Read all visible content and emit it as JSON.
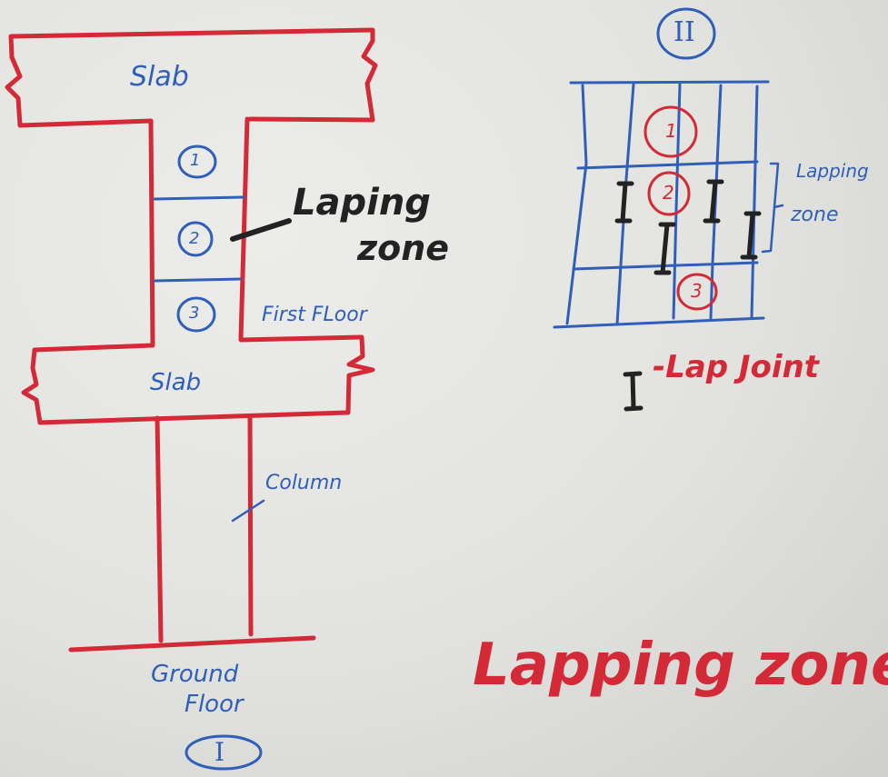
{
  "figure1": {
    "number": "I",
    "top_slab": "Slab",
    "mid_slab": "Slab",
    "bar_labels": [
      "1",
      "2",
      "3"
    ],
    "laping_zone_line1": "Laping",
    "laping_zone_line2": "zone",
    "first_floor": "First FLoor",
    "column": "Column",
    "ground_floor_line1": "Ground",
    "ground_floor_line2": "Floor"
  },
  "figure2": {
    "number": "II",
    "bar_labels": [
      "1",
      "2",
      "3"
    ],
    "lapping_zone_line1": "Lapping",
    "lapping_zone_line2": "zone"
  },
  "legend": {
    "symbol": "I",
    "text": "-Lap Joint"
  },
  "main_title": "Lapping zone",
  "colors": {
    "red": "#d42a38",
    "blue": "#2f5fb8",
    "black": "#222222"
  }
}
